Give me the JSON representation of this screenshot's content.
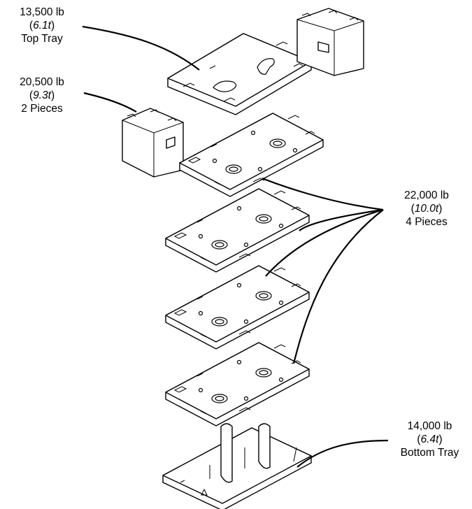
{
  "labels": {
    "top_tray": {
      "weight": "13,500 lb",
      "metric_num": "6.1",
      "metric_unit": "t",
      "desc": "Top Tray"
    },
    "mid_pieces": {
      "weight": "20,500 lb",
      "metric_num": "9.3",
      "metric_unit": "t",
      "desc": "2 Pieces"
    },
    "std_pieces": {
      "weight": "22,000 lb",
      "metric_num": "10.0",
      "metric_unit": "t",
      "desc": "4 Pieces"
    },
    "bottom_tray": {
      "weight": "14,000 lb",
      "metric_num": "6.4",
      "metric_unit": "t",
      "desc": "Bottom Tray"
    }
  },
  "parts": [
    "top-tray",
    "counterweight-block-right",
    "counterweight-block-left",
    "plate-1",
    "plate-2",
    "plate-3",
    "plate-4",
    "bottom-tray"
  ]
}
